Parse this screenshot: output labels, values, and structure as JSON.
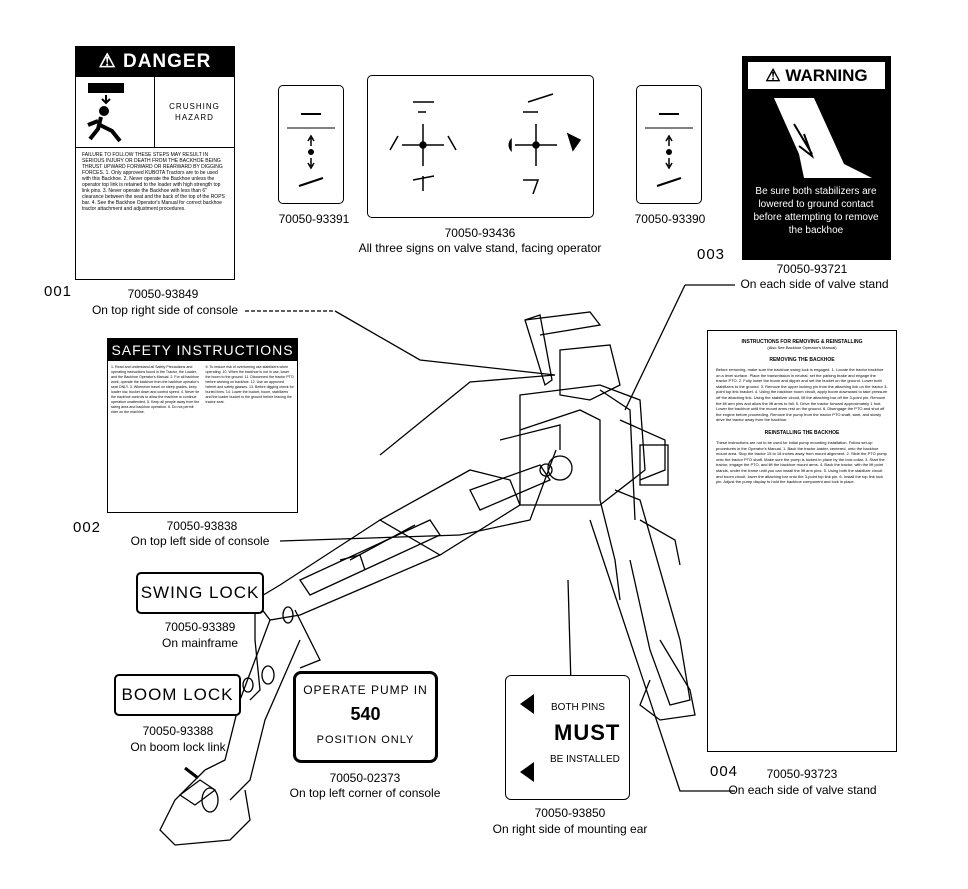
{
  "danger": {
    "title": "DANGER",
    "hazard": "CRUSHING HAZARD",
    "body": "FAILURE TO FOLLOW THESE STEPS MAY RESULT IN SERIOUS INJURY OR DEATH FROM THE BACKHOE BEING THRUST UPWARD FORWARD OR REARWARD BY DIGGING FORCES. 1. Only approved KUBOTA Tractors are to be used with this Backhoe. 2. Never operate the Backhoe unless the operator top link is retained to the loader with high strength top link pins. 3. Never operate the Backhoe with less than 6\" clearance between the seat and the back of the top of the ROPS bar. 4. See the Backhoe Operator's Manual for correct backhoe tractor attachment and adjustment procedures.",
    "code": "70050-93849",
    "location": "On top right side of console",
    "callout": "001"
  },
  "valve_left": {
    "code": "70050-93391"
  },
  "valve_center": {
    "code": "70050-93436",
    "location": "All three signs on valve stand, facing operator"
  },
  "valve_right": {
    "code": "70050-93390"
  },
  "warning": {
    "title": "WARNING",
    "text": "Be sure both stabilizers are lowered to ground contact before attempting to remove the backhoe",
    "code": "70050-93721",
    "location": "On each side of valve stand",
    "callout": "003"
  },
  "safety": {
    "title": "SAFETY INSTRUCTIONS",
    "col1": "1. Read and understand all Safety Precautions and operating instructions found in the Tractor, the Loader, and the Backhoe Operator's Manual. 2. For all backhoe work, operate the backhoe from the backhoe operator's seat ONLY. 3. Whenever travel on steep grades, keep loader low, bucket down and control speed. 4. Never tie the backhoe controls to allow the machine to continue operation unattended. 5. Keep all people away from the swing area and backhoe operation. 6. Do not permit rider on the machine.",
    "col2": "9. To reduce risk of overturning use stabilizers when operating. 10. When the backhoe is not in use, lower the boom to the ground. 11. Disconnect the tractor PTO before working on backhoe. 12. Use an approved helmet and safety glasses. 13. Before digging check for buried lines. 14. Lower the bucket, boom, stabilizers and the loader bucket to the ground before leaving the tractor seat.",
    "code": "70050-93838",
    "location": "On top left side of console",
    "callout": "002"
  },
  "instructions": {
    "title": "INSTRUCTIONS FOR REMOVING & REINSTALLING",
    "subtitle": "(Also See Backhoe Operator's Manual)",
    "remove_heading": "REMOVING THE BACKHOE",
    "remove_text": "Before removing, make sure the backhoe swing lock is engaged. 1. Locate the tractor backhoe on a level surface. Place the transmission in neutral, set the parking brake and engage the tractor PTO. 2. Fully lower the boom and dipper and set the bucket on the ground. Lower both stabilizers to the ground. 3. Remove the upper locking pin from the attaching link on the tractor 3-point top link bracket. 4. Using the backhoe boom circuit, apply boom downward to take pressure off the attaching link. Using the stabilizer circuit, lift the attaching bar off the 3-point pin. Remove the lift arm pins and allow the lift arms to fall. 5. Drive the tractor forward approximately 1 foot. Lower the backhoe until the mount arms rest on the ground. 6. Disengage the PTO and shut off the engine before proceeding. Remove the pump from the tractor PTO shaft, start, and slowly drive the tractor away from the backhoe.",
    "install_heading": "REINSTALLING THE BACKHOE",
    "install_text": "These instructions are not to be used for initial pump mounting installation. Follow set-up procedures in the Operator's Manual. 1. Back the tractor-loader, centered, onto the backhoe mount area. Stop the tractor 15 to 18 inches away from mount alignment. 2. Slide the PTO pump onto the tractor PTO shaft. Make sure the pump is locked in place by the lock collar. 3. Start the tractor, engage the PTO, and lift the backhoe mount arms. 4. Back the tractor, with the lift point stands, under the frame until you can install the lift arm pins. 5. Using both the stabilizer circuit and boom circuit, lower the attaching bar onto the 3-point top link pin. 6. Install the top link lock pin. Adjust the pump display to hold the backhoe component and lock in place.",
    "code": "70050-93723",
    "location": "On each side of valve stand",
    "callout": "004"
  },
  "swing": {
    "label": "SWING LOCK",
    "code": "70050-93389",
    "location": "On mainframe"
  },
  "boom": {
    "label": "BOOM LOCK",
    "code": "70050-93388",
    "location": "On boom lock link"
  },
  "pump": {
    "line1": "OPERATE PUMP IN",
    "line2": "540",
    "line3": "POSITION ONLY",
    "code": "70050-02373",
    "location": "On top left corner of console"
  },
  "pins": {
    "line1": "BOTH PINS",
    "line2": "MUST",
    "line3": "BE INSTALLED",
    "code": "70050-93850",
    "location": "On right side of mounting ear"
  }
}
